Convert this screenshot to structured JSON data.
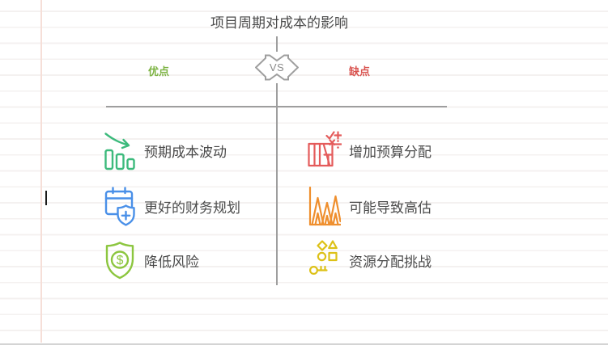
{
  "title": "项目周期对成本的影响",
  "vs_badge": {
    "label": "VS"
  },
  "columns": {
    "left": {
      "header": "优点",
      "header_color": "#7cb342",
      "items": [
        {
          "label": "预期成本波动",
          "icon": "trend-down-bars-icon",
          "color": "#3cba7c"
        },
        {
          "label": "更好的财务规划",
          "icon": "calendar-shield-icon",
          "color": "#4a90e8"
        },
        {
          "label": "降低风险",
          "icon": "shield-dollar-icon",
          "color": "#8cc63f"
        }
      ]
    },
    "right": {
      "header": "缺点",
      "header_color": "#d9534f",
      "items": [
        {
          "label": "增加预算分配",
          "icon": "budget-math-icon",
          "color": "#e45b5b"
        },
        {
          "label": "可能导致高估",
          "icon": "peaks-chart-icon",
          "color": "#ef8f2e"
        },
        {
          "label": "资源分配挑战",
          "icon": "resource-shapes-icon",
          "color": "#ddc117"
        }
      ]
    }
  },
  "divider_color": "#9e9e9e",
  "text_color": "#4a4a4a",
  "dollar_glyph": "$"
}
